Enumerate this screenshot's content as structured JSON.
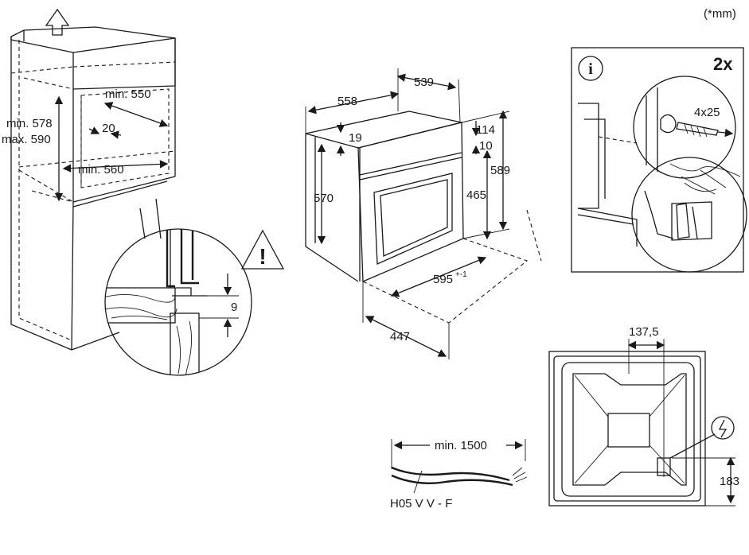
{
  "unit_note": "(*mm)",
  "cabinet": {
    "height_min": "min. 578",
    "height_max": "max. 590",
    "depth_min": "min. 550",
    "gap": "20",
    "width_min": "min. 560",
    "step_gap": "9"
  },
  "oven": {
    "depth_outer": "558",
    "depth_inner": "539",
    "top_offset": "19",
    "door_top": "114",
    "door_gap": "10",
    "body_height": "570",
    "inner_height": "465",
    "total_height": "589",
    "width": "595",
    "width_tolerance": "+-1",
    "door_depth": "447"
  },
  "fixing": {
    "quantity": "2x",
    "screw_size": "4x25",
    "info_symbol": "i"
  },
  "cable": {
    "length": "min. 1500",
    "type": "H05 V V - F"
  },
  "rear": {
    "horizontal_offset": "137,5",
    "vertical_offset": "183"
  }
}
